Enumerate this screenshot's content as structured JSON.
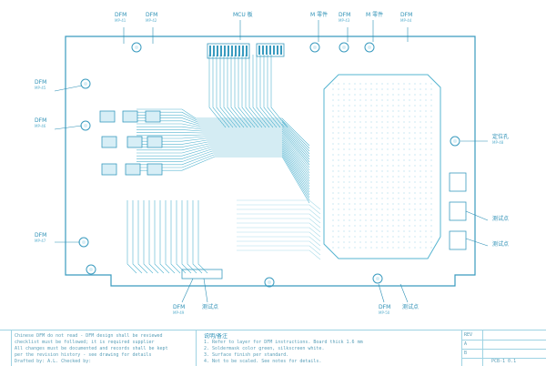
{
  "labels": {
    "dfm_top1": {
      "main": "DFM",
      "sub": "MP-41"
    },
    "dfm_top2": {
      "main": "DFM",
      "sub": "MP-42"
    },
    "top_center": {
      "main": "MCU 板",
      "sub": ""
    },
    "top_r1": {
      "main": "M 零件",
      "sub": ""
    },
    "dfm_top3": {
      "main": "DFM",
      "sub": "MP-43"
    },
    "top_r2": {
      "main": "M 零件",
      "sub": ""
    },
    "dfm_top4": {
      "main": "DFM",
      "sub": "MP-44"
    },
    "dfm_left1": {
      "main": "DFM",
      "sub": "MP-45"
    },
    "dfm_left2": {
      "main": "DFM",
      "sub": "MP-46"
    },
    "dfm_left3": {
      "main": "DFM",
      "sub": "MP-47"
    },
    "right1": {
      "main": "定位孔",
      "sub": "MP-48"
    },
    "right2": {
      "main": "测试点",
      "sub": ""
    },
    "right3": {
      "main": "测试点",
      "sub": ""
    },
    "dfm_bot1": {
      "main": "DFM",
      "sub": "MP-49"
    },
    "bot2": {
      "main": "测试点",
      "sub": ""
    },
    "dfm_bot3": {
      "main": "DFM",
      "sub": "MP-50"
    },
    "bot4": {
      "main": "测试点",
      "sub": ""
    }
  },
  "title_block": {
    "left_lines": [
      "Chinese DFM do not read - DFM design shall be reviewed",
      "checklist must be followed; it is required supplier",
      "All changes must be documented and records shall be kept",
      "per the revision history - see drawing for details",
      "Drafted by: A.L. Checked by:"
    ],
    "middle_heading": "说明/备注",
    "middle_lines": [
      "1. Refer to layer for DFM instructions. Board thick 1.6 mm",
      "2. Soldermask color green, silkscreen white.",
      "3. Surface finish per standard.",
      "4. Not to be scaled. See notes for details."
    ],
    "right_rows": [
      "REV",
      "A",
      "B"
    ],
    "right_footer": "PCB-1 0.1"
  },
  "colors": {
    "trace": "#54b4d0",
    "trace_light": "#a9dbe9",
    "component": "#3a9bbf",
    "pad_fill": "#d7eef6",
    "label": "#2b8fb5"
  }
}
